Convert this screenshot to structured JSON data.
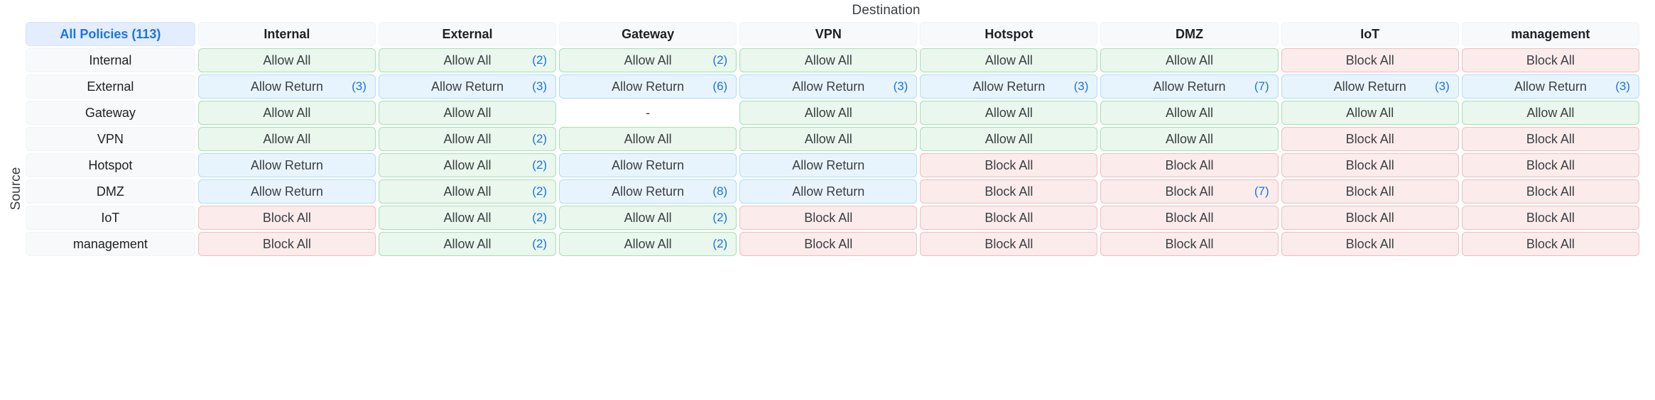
{
  "axes": {
    "destination_label": "Destination",
    "source_label": "Source"
  },
  "corner": {
    "label": "All Policies (113)",
    "total_policies": 113
  },
  "colors": {
    "accent": "#1a73e8",
    "allow_bg": "#e9f7ec",
    "allow_border": "#a8dfb5",
    "return_bg": "#e8f4fd",
    "return_border": "#aedcf7",
    "block_bg": "#fbebeb",
    "block_border": "#f2bcbc",
    "header_bg": "#f8f9fa",
    "corner_bg": "#e3edfd"
  },
  "legend_values": [
    "Allow All",
    "Allow Return",
    "Block All",
    "-"
  ],
  "chart_data": {
    "type": "heatmap",
    "title": "",
    "xlabel": "Destination",
    "ylabel": "Source",
    "categories": [
      "Internal",
      "External",
      "Gateway",
      "VPN",
      "Hotspot",
      "DMZ",
      "IoT",
      "management"
    ],
    "columns": [
      "Internal",
      "External",
      "Gateway",
      "VPN",
      "Hotspot",
      "DMZ",
      "IoT",
      "management"
    ],
    "rows": [
      {
        "source": "Internal",
        "cells": [
          {
            "value": "Allow All",
            "kind": "allow",
            "count": null
          },
          {
            "value": "Allow All",
            "kind": "allow",
            "count": "(2)"
          },
          {
            "value": "Allow All",
            "kind": "allow",
            "count": "(2)"
          },
          {
            "value": "Allow All",
            "kind": "allow",
            "count": null
          },
          {
            "value": "Allow All",
            "kind": "allow",
            "count": null
          },
          {
            "value": "Allow All",
            "kind": "allow",
            "count": null
          },
          {
            "value": "Block All",
            "kind": "block",
            "count": null
          },
          {
            "value": "Block All",
            "kind": "block",
            "count": null
          }
        ]
      },
      {
        "source": "External",
        "cells": [
          {
            "value": "Allow Return",
            "kind": "return",
            "count": "(3)"
          },
          {
            "value": "Allow Return",
            "kind": "return",
            "count": "(3)"
          },
          {
            "value": "Allow Return",
            "kind": "return",
            "count": "(6)"
          },
          {
            "value": "Allow Return",
            "kind": "return",
            "count": "(3)"
          },
          {
            "value": "Allow Return",
            "kind": "return",
            "count": "(3)"
          },
          {
            "value": "Allow Return",
            "kind": "return",
            "count": "(7)"
          },
          {
            "value": "Allow Return",
            "kind": "return",
            "count": "(3)"
          },
          {
            "value": "Allow Return",
            "kind": "return",
            "count": "(3)"
          }
        ]
      },
      {
        "source": "Gateway",
        "cells": [
          {
            "value": "Allow All",
            "kind": "allow",
            "count": null
          },
          {
            "value": "Allow All",
            "kind": "allow",
            "count": null
          },
          {
            "value": "-",
            "kind": "none",
            "count": null
          },
          {
            "value": "Allow All",
            "kind": "allow",
            "count": null
          },
          {
            "value": "Allow All",
            "kind": "allow",
            "count": null
          },
          {
            "value": "Allow All",
            "kind": "allow",
            "count": null
          },
          {
            "value": "Allow All",
            "kind": "allow",
            "count": null
          },
          {
            "value": "Allow All",
            "kind": "allow",
            "count": null
          }
        ]
      },
      {
        "source": "VPN",
        "cells": [
          {
            "value": "Allow All",
            "kind": "allow",
            "count": null
          },
          {
            "value": "Allow All",
            "kind": "allow",
            "count": "(2)"
          },
          {
            "value": "Allow All",
            "kind": "allow",
            "count": null
          },
          {
            "value": "Allow All",
            "kind": "allow",
            "count": null
          },
          {
            "value": "Allow All",
            "kind": "allow",
            "count": null
          },
          {
            "value": "Allow All",
            "kind": "allow",
            "count": null
          },
          {
            "value": "Block All",
            "kind": "block",
            "count": null
          },
          {
            "value": "Block All",
            "kind": "block",
            "count": null
          }
        ]
      },
      {
        "source": "Hotspot",
        "cells": [
          {
            "value": "Allow Return",
            "kind": "return",
            "count": null
          },
          {
            "value": "Allow All",
            "kind": "allow",
            "count": "(2)"
          },
          {
            "value": "Allow Return",
            "kind": "return",
            "count": null
          },
          {
            "value": "Allow Return",
            "kind": "return",
            "count": null
          },
          {
            "value": "Block All",
            "kind": "block",
            "count": null
          },
          {
            "value": "Block All",
            "kind": "block",
            "count": null
          },
          {
            "value": "Block All",
            "kind": "block",
            "count": null
          },
          {
            "value": "Block All",
            "kind": "block",
            "count": null
          }
        ]
      },
      {
        "source": "DMZ",
        "cells": [
          {
            "value": "Allow Return",
            "kind": "return",
            "count": null
          },
          {
            "value": "Allow All",
            "kind": "allow",
            "count": "(2)"
          },
          {
            "value": "Allow Return",
            "kind": "return",
            "count": "(8)"
          },
          {
            "value": "Allow Return",
            "kind": "return",
            "count": null
          },
          {
            "value": "Block All",
            "kind": "block",
            "count": null
          },
          {
            "value": "Block All",
            "kind": "block",
            "count": "(7)"
          },
          {
            "value": "Block All",
            "kind": "block",
            "count": null
          },
          {
            "value": "Block All",
            "kind": "block",
            "count": null
          }
        ]
      },
      {
        "source": "IoT",
        "cells": [
          {
            "value": "Block All",
            "kind": "block",
            "count": null
          },
          {
            "value": "Allow All",
            "kind": "allow",
            "count": "(2)"
          },
          {
            "value": "Allow All",
            "kind": "allow",
            "count": "(2)"
          },
          {
            "value": "Block All",
            "kind": "block",
            "count": null
          },
          {
            "value": "Block All",
            "kind": "block",
            "count": null
          },
          {
            "value": "Block All",
            "kind": "block",
            "count": null
          },
          {
            "value": "Block All",
            "kind": "block",
            "count": null
          },
          {
            "value": "Block All",
            "kind": "block",
            "count": null
          }
        ]
      },
      {
        "source": "management",
        "cells": [
          {
            "value": "Block All",
            "kind": "block",
            "count": null
          },
          {
            "value": "Allow All",
            "kind": "allow",
            "count": "(2)"
          },
          {
            "value": "Allow All",
            "kind": "allow",
            "count": "(2)"
          },
          {
            "value": "Block All",
            "kind": "block",
            "count": null
          },
          {
            "value": "Block All",
            "kind": "block",
            "count": null
          },
          {
            "value": "Block All",
            "kind": "block",
            "count": null
          },
          {
            "value": "Block All",
            "kind": "block",
            "count": null
          },
          {
            "value": "Block All",
            "kind": "block",
            "count": null
          }
        ]
      }
    ]
  }
}
